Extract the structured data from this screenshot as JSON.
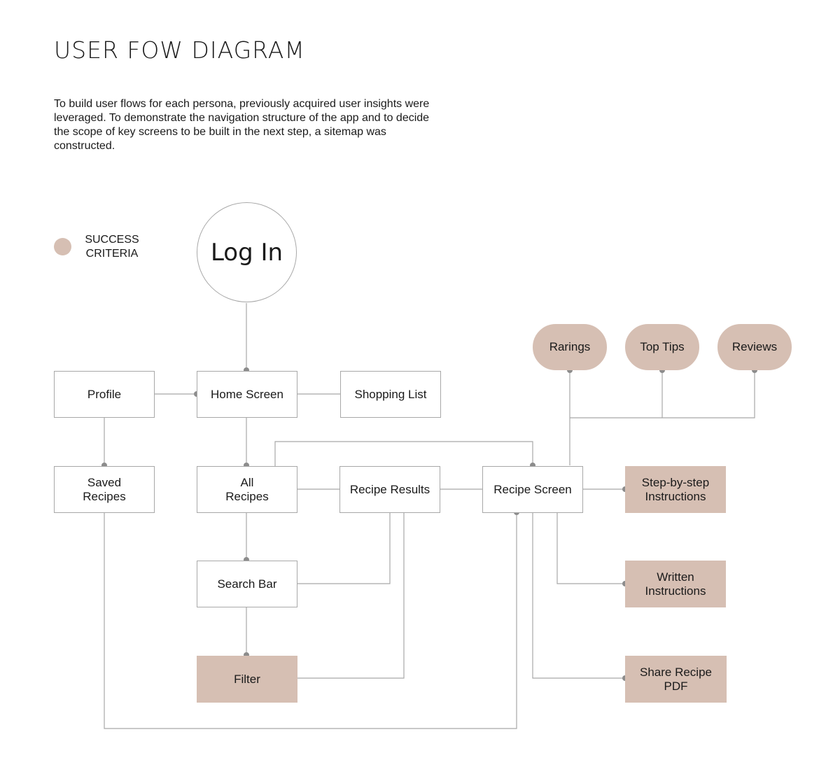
{
  "title": "USER FOW DIAGRAM",
  "intro": "To build user flows for each persona, previously acquired user insights were leveraged. To demonstrate the navigation structure of the app and to decide the scope of key screens to be built in the next step, a sitemap was constructed.",
  "legend": {
    "label": "SUCCESS\nCRITERIA",
    "color": "#d6bfb3"
  },
  "nodes": {
    "login": "Log In",
    "profile": "Profile",
    "home": "Home Screen",
    "shopping": "Shopping List",
    "saved": "Saved\nRecipes",
    "all": "All\nRecipes",
    "results": "Recipe Results",
    "recipe": "Recipe Screen",
    "search": "Search Bar",
    "filter": "Filter",
    "ratings": "Rarings",
    "tips": "Top Tips",
    "reviews": "Reviews",
    "steps": "Step-by-step\nInstructions",
    "written": "Written\nInstructions",
    "share": "Share Recipe\nPDF"
  },
  "colors": {
    "success_fill": "#d6bfb3",
    "line": "#a8a8a8",
    "dot": "#8c8c8c"
  }
}
